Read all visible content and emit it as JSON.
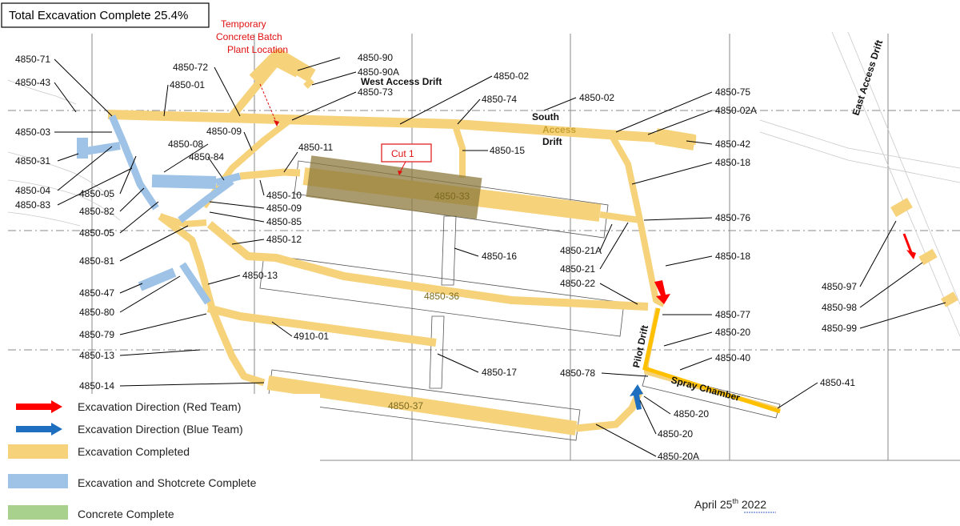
{
  "title_box": "Total Excavation Complete 25.4%",
  "batch_plant_note": [
    "Temporary",
    "Concrete Batch",
    "Plant Location"
  ],
  "cut_label": "Cut 1",
  "drifts": {
    "west_access": "West Access Drift",
    "south_access": [
      "South",
      "Access",
      "Drift"
    ],
    "east_access": "East Access Drift",
    "pilot": "Pilot Drift",
    "spray_chamber": "Spray Chamber"
  },
  "caverns": [
    "4850-33",
    "4850-36",
    "4850-37"
  ],
  "labels": [
    "4850-71",
    "4850-43",
    "4850-03",
    "4850-31",
    "4850-04",
    "4850-83",
    "4850-05",
    "4850-82",
    "4850-05",
    "4850-81",
    "4850-47",
    "4850-80",
    "4850-79",
    "4850-13",
    "4850-14",
    "4850-72",
    "4850-01",
    "4850-90",
    "4850-90A",
    "4850-73",
    "4850-09",
    "4850-08",
    "4850-84",
    "4850-11",
    "4850-10",
    "4850-09",
    "4850-85",
    "4850-12",
    "4850-13",
    "4910-01",
    "4850-02",
    "4850-74",
    "4850-15",
    "4850-02",
    "4850-75",
    "4850-02A",
    "4850-42",
    "4850-18",
    "4850-76",
    "4850-21A",
    "4850-21",
    "4850-22",
    "4850-16",
    "4850-18",
    "4850-77",
    "4850-20",
    "4850-40",
    "4850-78",
    "4850-17",
    "4850-41",
    "4850-20",
    "4850-20",
    "4850-20A",
    "4850-97",
    "4850-98",
    "4850-99"
  ],
  "legend": [
    {
      "label": "Excavation Direction (Red Team)",
      "color": "#ff0000",
      "kind": "arrow"
    },
    {
      "label": "Excavation Direction (Blue Team)",
      "color": "#1f6fc0",
      "kind": "arrow"
    },
    {
      "label": "Excavation Completed",
      "color": "#f6d27a",
      "kind": "swatch"
    },
    {
      "label": "Excavation and Shotcrete Complete",
      "color": "#9ec3e6",
      "kind": "swatch"
    },
    {
      "label": "Concrete Complete",
      "color": "#a9d18e",
      "kind": "swatch"
    }
  ],
  "date": {
    "main": "April 25",
    "sup": "th",
    "year": " 2022"
  },
  "colors": {
    "excavated": "#f6d27a",
    "shotcrete": "#9ec3e6",
    "concrete": "#a9d18e",
    "red_team": "#ff0000",
    "blue_team": "#1f6fc0",
    "cut_fill": "#8c7a3c"
  }
}
